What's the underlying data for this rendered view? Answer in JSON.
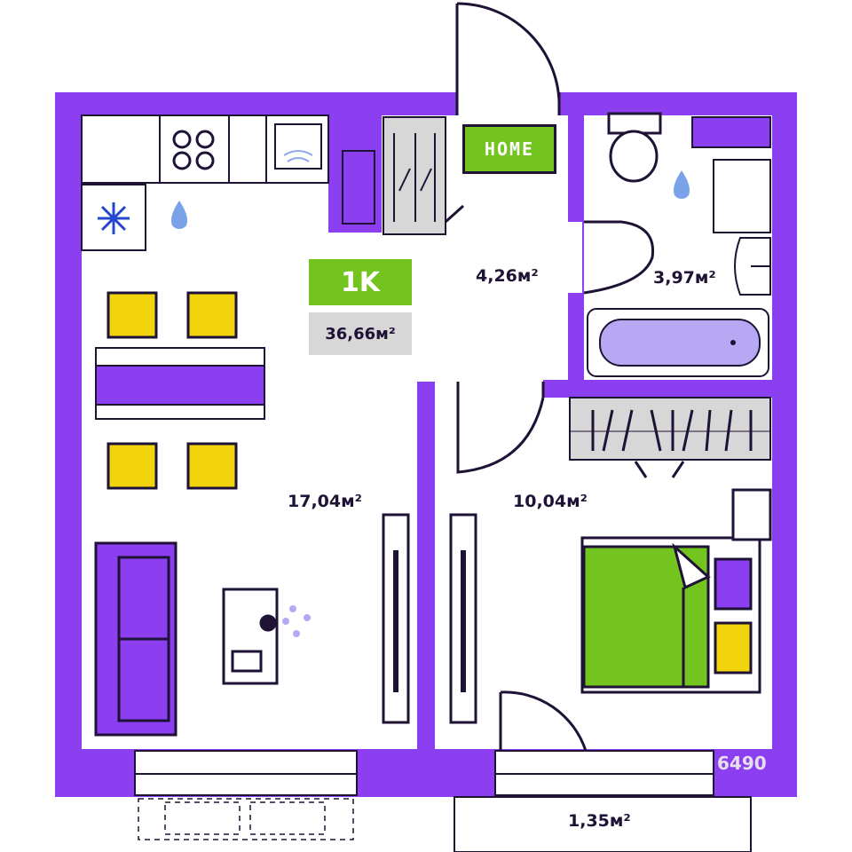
{
  "plan": {
    "type_badge": "1K",
    "total_area": "36,66м²",
    "home_sign": "HOME",
    "watermark": "6490"
  },
  "rooms": {
    "living": "17,04м²",
    "hall": "4,26м²",
    "bath": "3,97м²",
    "bedroom": "10,04м²",
    "balcony": "1,35м²"
  },
  "colors": {
    "wall": "#8b3ff0",
    "outline": "#1e1235",
    "green": "#74c41f",
    "yellow": "#f2d40c",
    "grey": "#d7d7d7",
    "water": "#b7a8f3"
  },
  "icons": [
    "cooktop-icon",
    "sink-icon",
    "snowflake-icon",
    "water-drop-icon",
    "toilet-icon",
    "bathtub-icon",
    "sofa-icon",
    "plant-icon",
    "bed-icon",
    "wardrobe-icon",
    "radiator-icon",
    "door-icon"
  ]
}
